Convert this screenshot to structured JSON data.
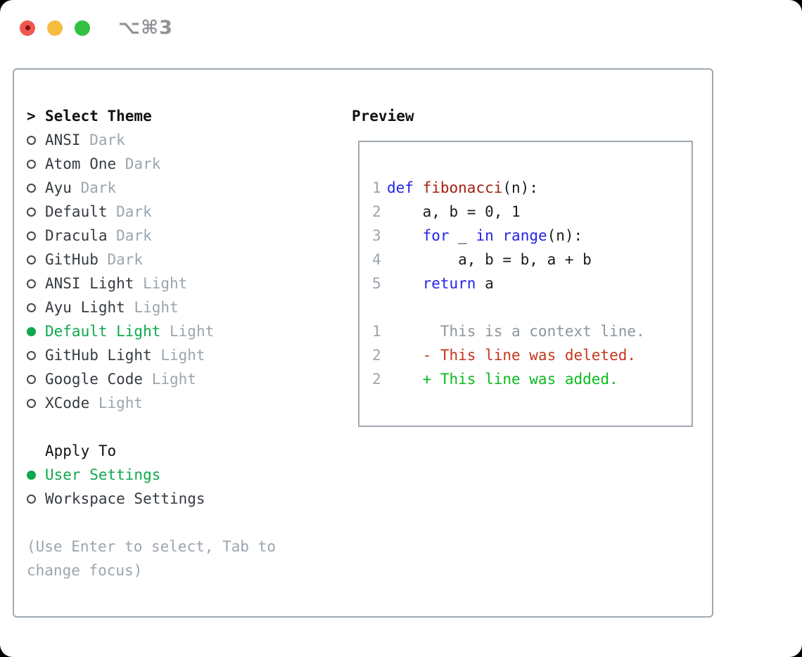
{
  "window": {
    "title": "⌥⌘3",
    "traffic_lights": [
      "close",
      "minimize",
      "zoom"
    ]
  },
  "colors": {
    "keyword": "#2323e8",
    "function": "#a42014",
    "plain": "#1a1d20",
    "context": "#8d959d",
    "deleted": "#c4361d",
    "added": "#0abc1e",
    "muted": "#9ba5ae",
    "selgreen": "#0ea84d",
    "dark": "#363b40",
    "headerblack": "#101214",
    "border": "#a0a9b3",
    "circle": "#45494e",
    "title_gray": "#8f9296",
    "light_red": "#f05750",
    "light_red_dot": "#7d120c",
    "light_yellow": "#f6bd3f",
    "light_green": "#32c144"
  },
  "theme_list": {
    "prompt": ">",
    "header": "Select Theme",
    "items": [
      {
        "name": "ANSI",
        "variant": "Dark",
        "selected": false
      },
      {
        "name": "Atom One",
        "variant": "Dark",
        "selected": false
      },
      {
        "name": "Ayu",
        "variant": "Dark",
        "selected": false
      },
      {
        "name": "Default",
        "variant": "Dark",
        "selected": false
      },
      {
        "name": "Dracula",
        "variant": "Dark",
        "selected": false
      },
      {
        "name": "GitHub",
        "variant": "Dark",
        "selected": false
      },
      {
        "name": "ANSI Light",
        "variant": "Light",
        "selected": false
      },
      {
        "name": "Ayu Light",
        "variant": "Light",
        "selected": false
      },
      {
        "name": "Default Light",
        "variant": "Light",
        "selected": true
      },
      {
        "name": "GitHub Light",
        "variant": "Light",
        "selected": false
      },
      {
        "name": "Google Code",
        "variant": "Light",
        "selected": false
      },
      {
        "name": "XCode",
        "variant": "Light",
        "selected": false
      }
    ]
  },
  "apply_to": {
    "header": "Apply To",
    "options": [
      {
        "name": "User Settings",
        "selected": true
      },
      {
        "name": "Workspace Settings",
        "selected": false
      }
    ]
  },
  "hint": {
    "lines": [
      "(Use Enter to select, Tab to",
      "change focus)"
    ]
  },
  "preview": {
    "title": "Preview",
    "code_lines": [
      {
        "num": "1",
        "segments": [
          {
            "text": "def",
            "color": "keyword"
          },
          {
            "text": " ",
            "color": "plain"
          },
          {
            "text": "fibonacci",
            "color": "function"
          },
          {
            "text": "(n):",
            "color": "plain"
          }
        ]
      },
      {
        "num": "2",
        "segments": [
          {
            "text": "    a, b = 0, 1",
            "color": "plain"
          }
        ]
      },
      {
        "num": "3",
        "segments": [
          {
            "text": "    ",
            "color": "plain"
          },
          {
            "text": "for",
            "color": "keyword"
          },
          {
            "text": " _ ",
            "color": "plain"
          },
          {
            "text": "in",
            "color": "keyword"
          },
          {
            "text": " ",
            "color": "plain"
          },
          {
            "text": "range",
            "color": "keyword"
          },
          {
            "text": "(n):",
            "color": "plain"
          }
        ]
      },
      {
        "num": "4",
        "segments": [
          {
            "text": "        a, b = b, a + b",
            "color": "plain"
          }
        ]
      },
      {
        "num": "5",
        "segments": [
          {
            "text": "    ",
            "color": "plain"
          },
          {
            "text": "return",
            "color": "keyword"
          },
          {
            "text": " a",
            "color": "plain"
          }
        ]
      },
      {
        "num": "",
        "segments": []
      },
      {
        "num": "1",
        "segments": [
          {
            "text": "      This is a context line.",
            "color": "context"
          }
        ]
      },
      {
        "num": "2",
        "segments": [
          {
            "text": "    - This line was deleted.",
            "color": "deleted"
          }
        ]
      },
      {
        "num": "2",
        "segments": [
          {
            "text": "    + This line was added.",
            "color": "added"
          }
        ]
      }
    ]
  }
}
